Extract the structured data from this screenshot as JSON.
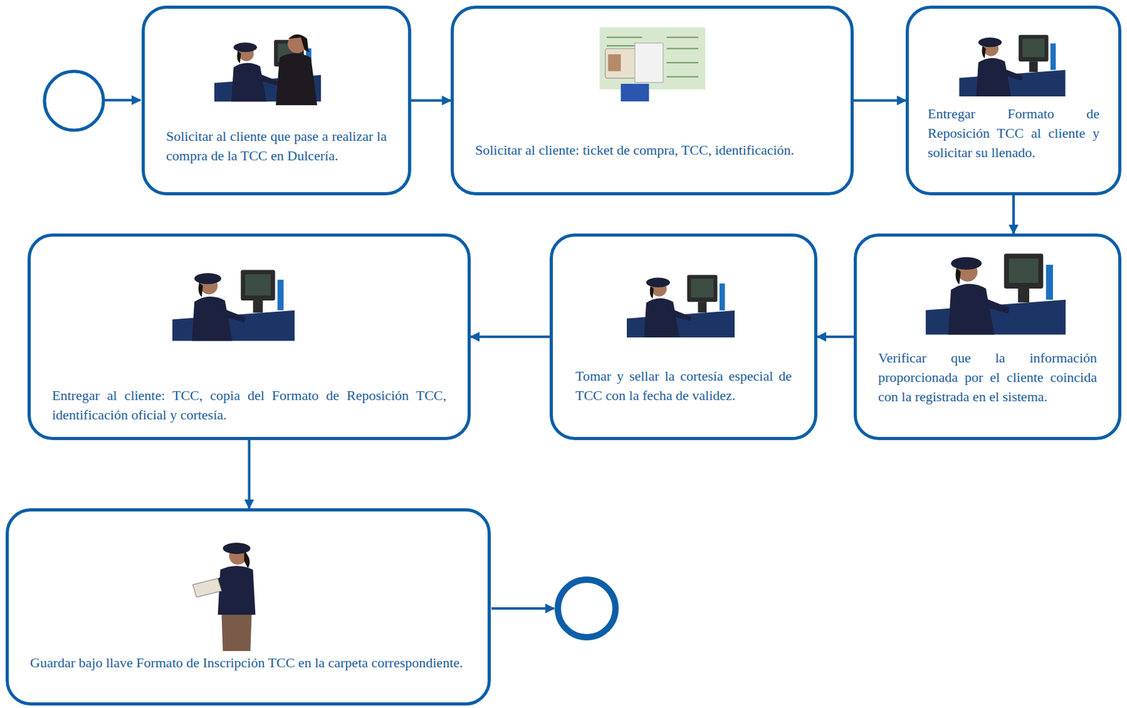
{
  "diagram": {
    "nodes": [
      {
        "text": [
          "Solicitar al cliente que pase a realizar la compra de la TCC en Dulcería."
        ]
      },
      {
        "text": [
          "Solicitar al cliente: ticket de compra, TCC, identificación."
        ]
      },
      {
        "text": [
          "Entregar Formato de Reposición TCC al cliente y solicitar su llenado."
        ]
      },
      {
        "text": [
          "Verificar que la información proporcionada por el cliente coincida con la registrada en el sistema."
        ]
      },
      {
        "text": [
          "Tomar y sellar la cortesía especial de TCC con la fecha de validez."
        ]
      },
      {
        "text": [
          "Entregar al cliente: TCC, copia del Formato de Reposición TCC, identificación oficial y cortesía."
        ]
      },
      {
        "text": [
          "Guardar bajo llave Formato de Inscripción TCC en la carpeta correspondiente."
        ]
      }
    ],
    "edges": [
      {
        "from": 0,
        "to": 1,
        "arrow": "to"
      },
      {
        "from": 1,
        "to": 2,
        "arrow": "to"
      },
      {
        "from": 2,
        "to": 3,
        "arrow": "to"
      },
      {
        "from": 3,
        "to": 4,
        "arrow": "to"
      },
      {
        "from": 4,
        "to": 5,
        "arrow": "to"
      },
      {
        "from": 5,
        "to": 6,
        "arrow": "to"
      }
    ]
  }
}
